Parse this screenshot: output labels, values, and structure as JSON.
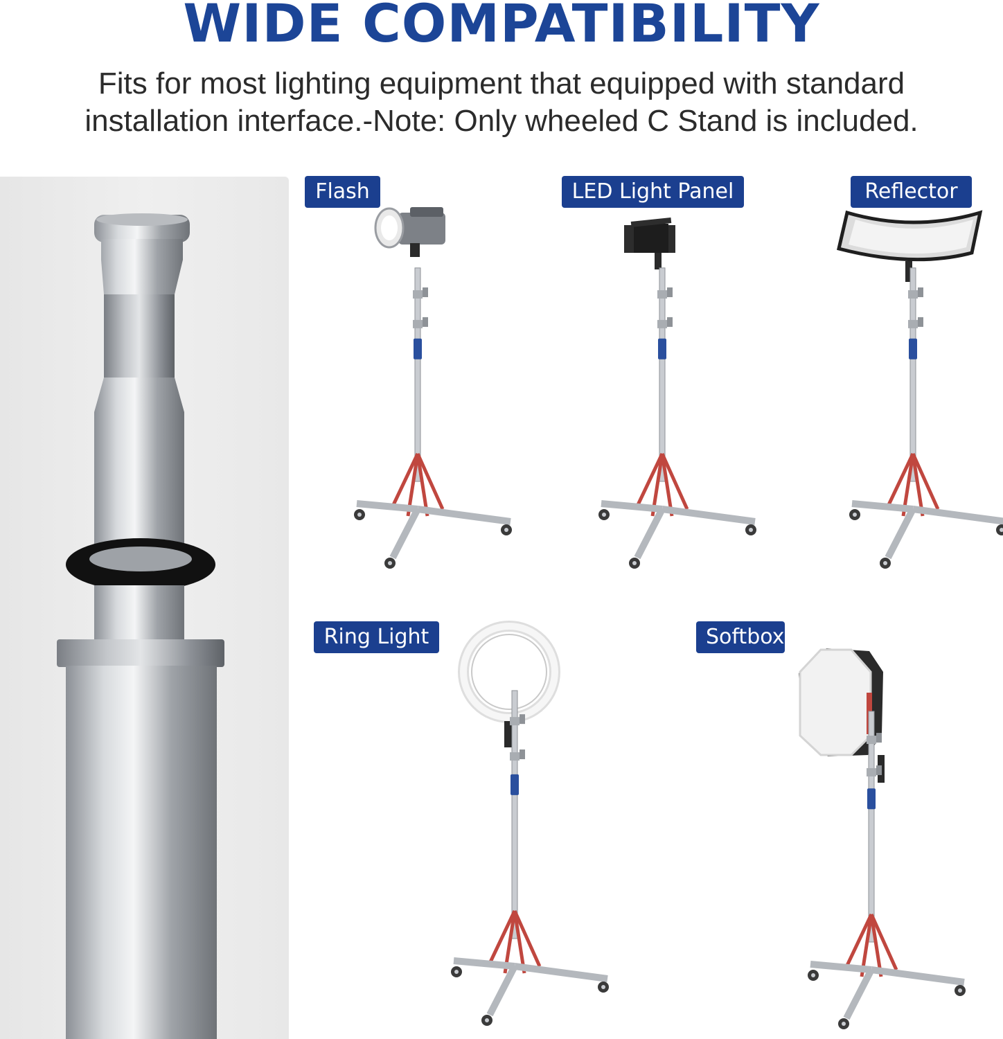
{
  "header": {
    "title": "WIDE COMPATIBILITY",
    "subtitle": "Fits for most lighting equipment that equipped with standard installation interface.-Note: Only wheeled C Stand is included."
  },
  "colors": {
    "title_blue": "#1c4597",
    "label_bg": "#1b3f8f",
    "label_text": "#ffffff",
    "stand_chrome": "#c9ccd1",
    "stand_blue_grip": "#2a4f9e",
    "stand_red_legs": "#c0473f"
  },
  "equipment": [
    {
      "label": "Flash"
    },
    {
      "label": "LED Light Panel"
    },
    {
      "label": "Reflector"
    },
    {
      "label": "Ring Light"
    },
    {
      "label": "Softbox"
    }
  ],
  "icons": [
    "spigot-closeup-image",
    "light-stand-icon",
    "flash-head-icon",
    "led-panel-icon",
    "reflector-icon",
    "ring-light-icon",
    "softbox-icon"
  ]
}
